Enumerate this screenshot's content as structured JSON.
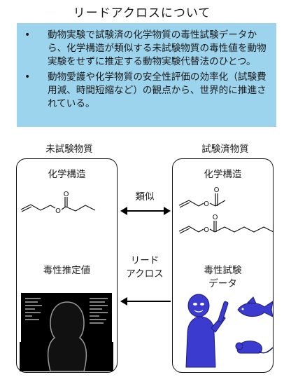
{
  "title": "リードアクロスについて",
  "summary": {
    "bullet_char": "•",
    "items": [
      "動物実験で試験済の化学物質の毒性試験データから、化学構造が類似する未試験物質の毒性値を動物実験をせずに推定する動物実験代替法のひとつ。",
      "動物愛護や化学物質の安全性評価の効率化（試験費用減、時間短縮など）の観点から、世界的に推進されている。"
    ]
  },
  "left": {
    "heading": "未試験物質",
    "structure_label": "化学構造",
    "value_label": "毒性推定値"
  },
  "right": {
    "heading": "試験済物質",
    "structure_label": "化学構造",
    "data_label_line1": "毒性試験",
    "data_label_line2": "データ"
  },
  "arrows": {
    "similar_label": "類似",
    "readacross_line1": "リード",
    "readacross_line2": "アクロス"
  },
  "colors": {
    "summary_background": "#9dd4ed",
    "figure_blue": "#3b3bd0",
    "border": "#111111"
  }
}
